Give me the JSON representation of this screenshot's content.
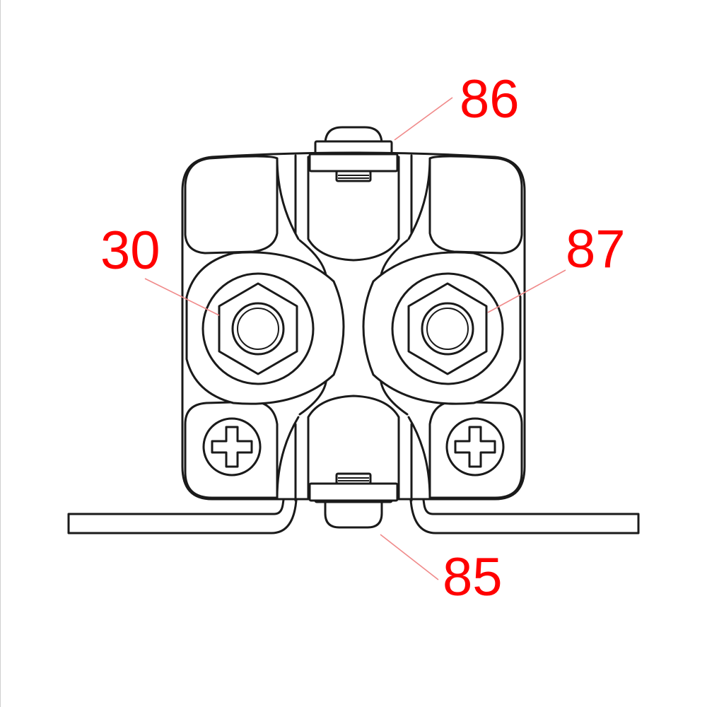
{
  "diagram": {
    "colors": {
      "line": "#1a1a1a",
      "label": "#ff0000",
      "leader": "#f08a8a",
      "background": "#ffffff"
    },
    "terminals": [
      {
        "id": "t86",
        "label": "86"
      },
      {
        "id": "t30",
        "label": "30"
      },
      {
        "id": "t87",
        "label": "87"
      },
      {
        "id": "t85",
        "label": "85"
      }
    ]
  }
}
